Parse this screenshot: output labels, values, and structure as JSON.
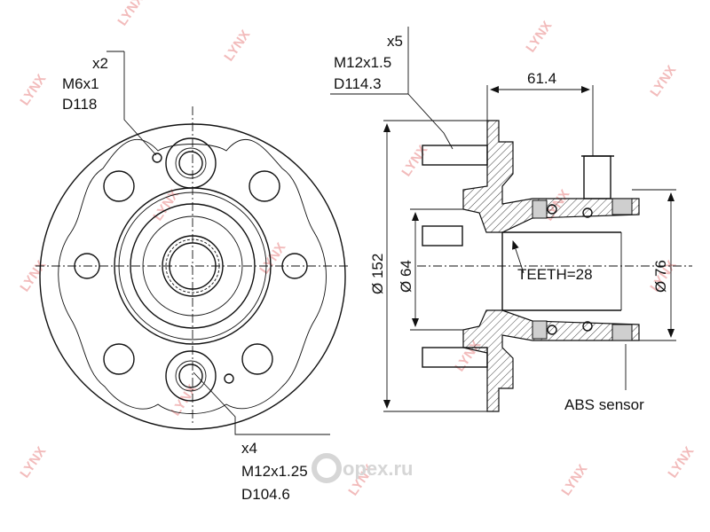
{
  "watermark": {
    "brand": "LYNX",
    "site": "opex.ru"
  },
  "front_view": {
    "bolt_holes_small": {
      "count": "x2",
      "thread": "M6x1",
      "diameter": "D118"
    },
    "mount_holes": {
      "count": "x4",
      "thread": "M12x1.25",
      "diameter": "D104.6"
    }
  },
  "side_view": {
    "studs": {
      "count": "x5",
      "thread": "M12x1.5",
      "diameter": "D114.3"
    },
    "offset": "61.4",
    "flange_diameter": "Ø 152",
    "pilot_diameter": "Ø 64",
    "bearing_diameter": "Ø 76",
    "teeth": "TEETH=28",
    "abs_label": "ABS sensor"
  }
}
